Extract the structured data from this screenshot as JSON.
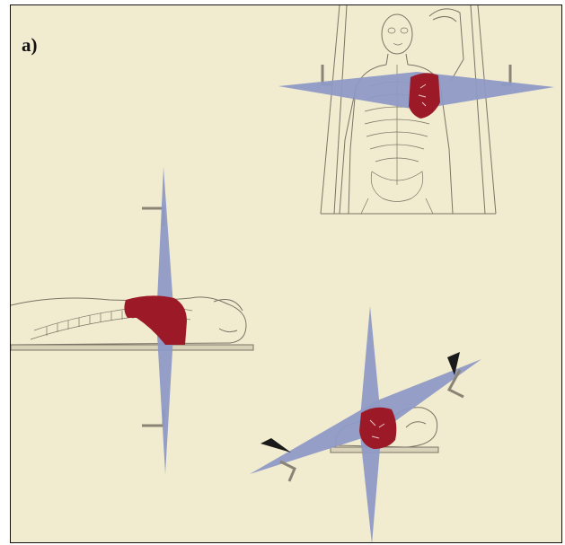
{
  "figure": {
    "panel_label": "a)",
    "colors": {
      "background": "#f1ebcf",
      "beam_plane": "#8e9ac6",
      "target_region": "#9c1a27",
      "line_art": "#7a7466",
      "bracket": "#8a8476"
    }
  },
  "views": [
    {
      "name": "frontal-view",
      "mark_label": ""
    },
    {
      "name": "sagittal-view",
      "mark_label": ""
    },
    {
      "name": "axial-view",
      "mark_label": ""
    }
  ]
}
